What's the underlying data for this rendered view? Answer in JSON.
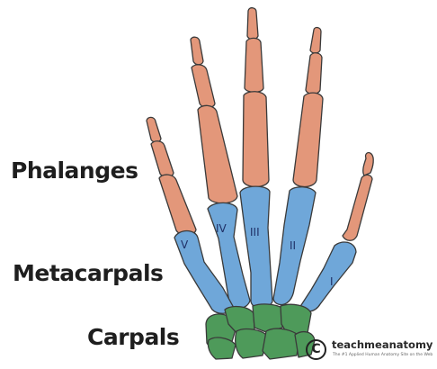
{
  "labels": {
    "phalanges": "Phalanges",
    "metacarpals": "Metacarpals",
    "carpals": "Carpals"
  },
  "metacarpal_numerals": [
    "I",
    "II",
    "III",
    "IV",
    "V"
  ],
  "logo": {
    "icon": "copyright-c-icon",
    "mark": "C",
    "name": "teachmeanatomy",
    "tagline": "The #1 Applied Human Anatomy Site on the Web"
  },
  "colors": {
    "phalanx_fill": "#e3977a",
    "metacarpal_fill": "#6fa7d9",
    "carpal_fill": "#4e9a5a",
    "outline": "#3a3a3a",
    "label_text": "#1e1e1e"
  }
}
